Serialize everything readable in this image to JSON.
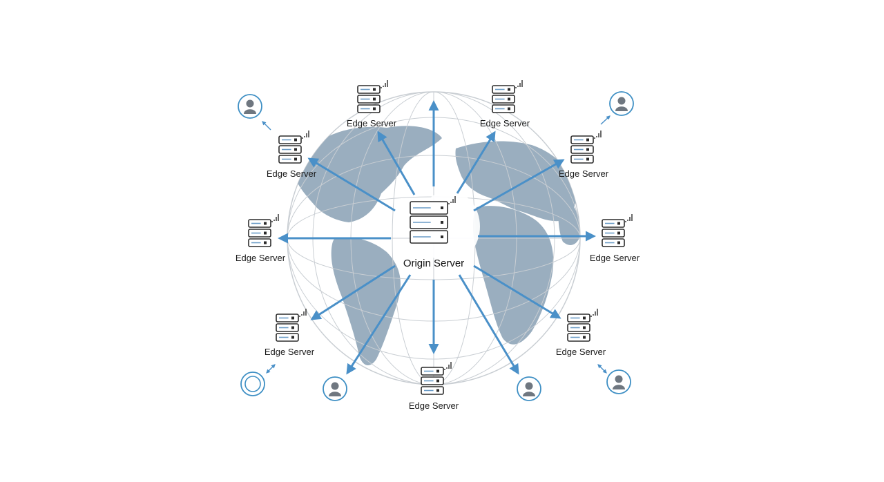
{
  "origin": {
    "label": "Origin Server"
  },
  "edge_label": "Edge Server",
  "colors": {
    "arrow": "#4a90c8",
    "land": "#9aaebf",
    "grid": "#c9ced3",
    "server_stroke": "#2b2b2b",
    "user_ring": "#3e8fc4"
  },
  "edge_servers": [
    {
      "id": "top-left",
      "label": "Edge Server"
    },
    {
      "id": "top-right",
      "label": "Edge Server"
    },
    {
      "id": "upper-left",
      "label": "Edge Server"
    },
    {
      "id": "upper-right",
      "label": "Edge Server"
    },
    {
      "id": "mid-left",
      "label": "Edge Server"
    },
    {
      "id": "mid-right",
      "label": "Edge Server"
    },
    {
      "id": "lower-left",
      "label": "Edge Server"
    },
    {
      "id": "lower-right",
      "label": "Edge Server"
    },
    {
      "id": "bottom",
      "label": "Edge Server"
    }
  ],
  "users": [
    {
      "id": "user-top-left",
      "icon": "user-icon"
    },
    {
      "id": "user-top-right",
      "icon": "user-icon"
    },
    {
      "id": "user-bottom-left",
      "icon": "target-icon"
    },
    {
      "id": "user-bottom-mid-left",
      "icon": "user-icon"
    },
    {
      "id": "user-bottom-mid-right",
      "icon": "user-icon"
    },
    {
      "id": "user-bottom-right",
      "icon": "user-icon"
    }
  ]
}
